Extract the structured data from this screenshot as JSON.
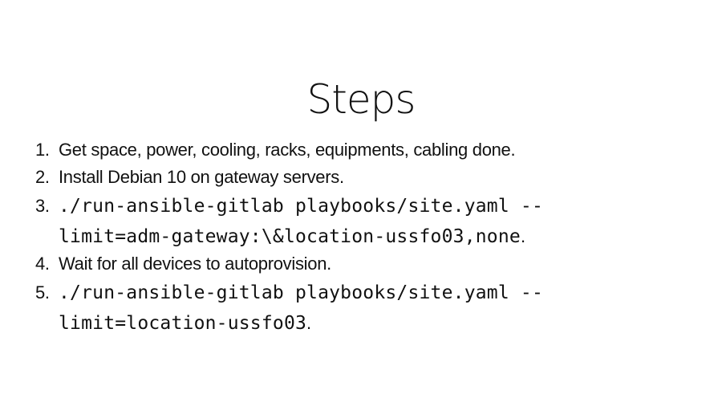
{
  "title": "Steps",
  "steps": [
    {
      "number": "1.",
      "text": "Get space, power, cooling, racks, equipments, cabling done."
    },
    {
      "number": "2.",
      "text": "Install Debian 10 on gateway servers."
    },
    {
      "number": "3.",
      "code_line1": "./run-ansible-gitlab playbooks/site.yaml --",
      "code_line2": "limit=adm-gateway:\\&location-ussfo03,none",
      "suffix": "."
    },
    {
      "number": "4.",
      "text": "Wait for all devices to autoprovision."
    },
    {
      "number": "5.",
      "code_line1": "./run-ansible-gitlab playbooks/site.yaml --",
      "code_line2": "limit=location-ussfo03",
      "suffix": "."
    }
  ]
}
